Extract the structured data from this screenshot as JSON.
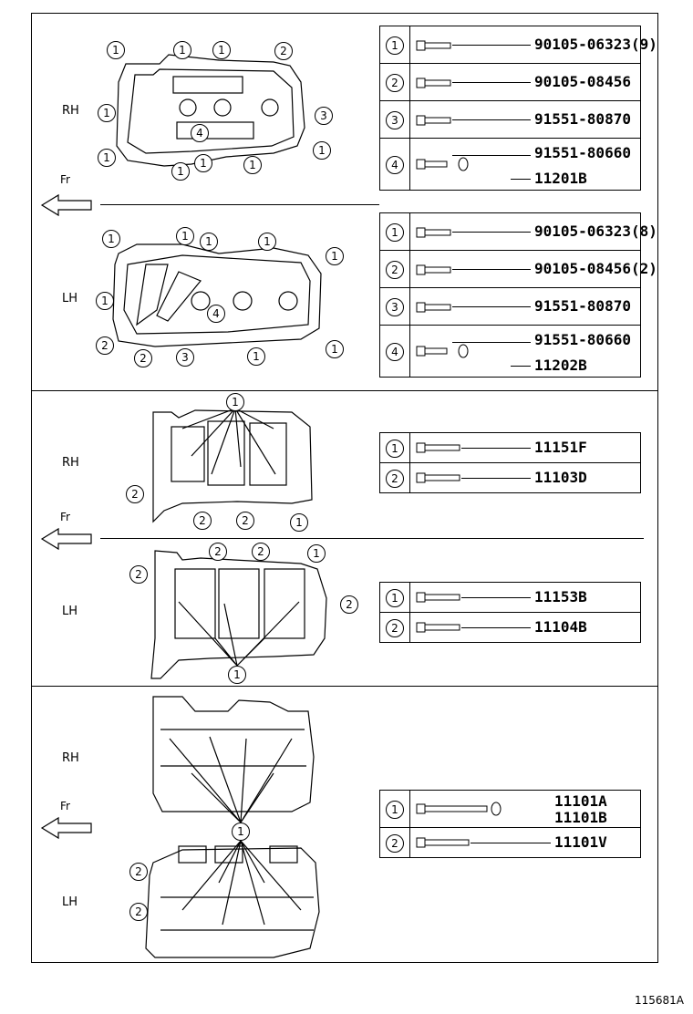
{
  "sections": [
    {
      "top_label": "RH",
      "bottom_label": "LH",
      "fr_label": "Fr",
      "rh_legend": [
        {
          "num": "1",
          "parts": [
            "90105-06323(9)"
          ]
        },
        {
          "num": "2",
          "parts": [
            "90105-08456"
          ]
        },
        {
          "num": "3",
          "parts": [
            "91551-80870"
          ]
        },
        {
          "num": "4",
          "parts": [
            "91551-80660",
            "11201B"
          ]
        }
      ],
      "lh_legend": [
        {
          "num": "1",
          "parts": [
            "90105-06323(8)"
          ]
        },
        {
          "num": "2",
          "parts": [
            "90105-08456(2)"
          ]
        },
        {
          "num": "3",
          "parts": [
            "91551-80870"
          ]
        },
        {
          "num": "4",
          "parts": [
            "91551-80660",
            "11202B"
          ]
        }
      ]
    },
    {
      "top_label": "RH",
      "bottom_label": "LH",
      "fr_label": "Fr",
      "rh_legend": [
        {
          "num": "1",
          "parts": [
            "11151F"
          ]
        },
        {
          "num": "2",
          "parts": [
            "11103D"
          ]
        }
      ],
      "lh_legend": [
        {
          "num": "1",
          "parts": [
            "11153B"
          ]
        },
        {
          "num": "2",
          "parts": [
            "11104B"
          ]
        }
      ]
    },
    {
      "top_label": "RH",
      "bottom_label": "LH",
      "fr_label": "Fr",
      "legend": [
        {
          "num": "1",
          "parts": [
            "11101A",
            "11101B"
          ]
        },
        {
          "num": "2",
          "parts": [
            "11101V"
          ]
        }
      ]
    }
  ],
  "footer": {
    "code": "115681A"
  }
}
